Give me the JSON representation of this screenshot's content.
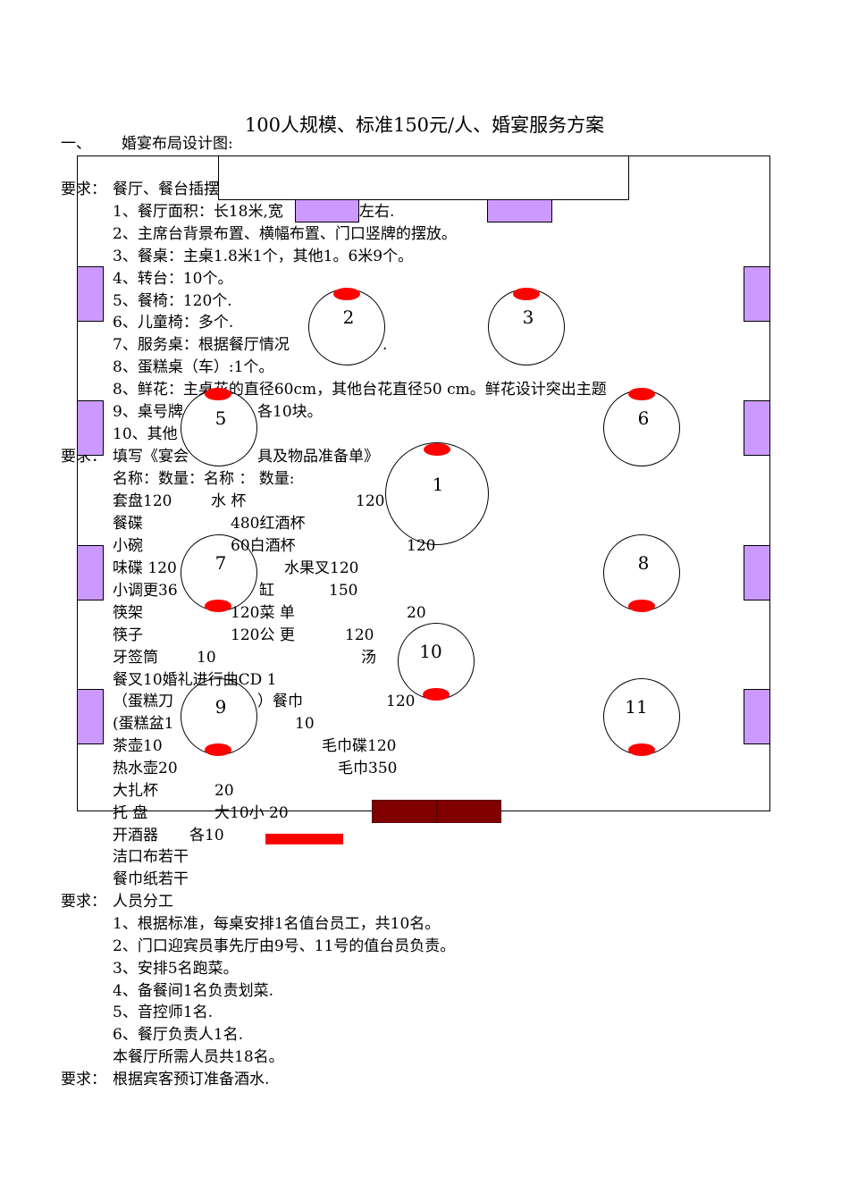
{
  "title": "100人规模、标准150元/人、婚宴服务方案",
  "section1": {
    "num": "一、",
    "label": "婚宴布局设计图:"
  },
  "req1": {
    "label": "要求：",
    "head": "餐厅、餐台插摆",
    "items": [
      "1、餐厅面积：长18米,宽",
      "2、主席台背景布置、横幅布置、门口竖牌的摆放。",
      "3、餐桌：主桌1.8米1个，其他1。6米9个。",
      "4、转台：10个。",
      "5、餐椅：120个.",
      "6、儿童椅：多个.",
      "7、服务桌：根据餐厅情况",
      "8、蛋糕桌（车）:1个。",
      "8、鲜花：主桌花的直径60cm，其他台花直径50 cm。鲜花设计突出主题",
      "9、桌号牌",
      "10、其他"
    ],
    "item1_tail": "左右.",
    "item7_tail": ".",
    "item9_tail": "各10块。"
  },
  "req2": {
    "label": "要求：",
    "head": "填写《宴会",
    "head_tail": "具及物品准备单》",
    "header_row": "名称：数量：名称 ：  数量:",
    "rows": [
      [
        "套盘120",
        "水    杯",
        "120"
      ],
      [
        "餐碟",
        "480红酒杯",
        ""
      ],
      [
        "小碗",
        "60白酒杯",
        "120"
      ],
      [
        "味碟 120",
        "水果叉120",
        ""
      ],
      [
        "小调更36",
        "缸",
        "150"
      ],
      [
        "筷架",
        "120菜    单",
        "20"
      ],
      [
        "筷子",
        "120公    更",
        "120"
      ],
      [
        "牙签筒",
        "10",
        "汤"
      ],
      [
        "餐叉10婚礼进行曲CD 1",
        "",
        ""
      ],
      [
        "（蛋糕刀",
        "）餐巾",
        "120"
      ],
      [
        "(蛋糕盆1",
        "",
        "10"
      ],
      [
        "茶壶10",
        "毛巾碟120",
        ""
      ],
      [
        "热水壶20",
        "毛巾350",
        ""
      ],
      [
        "大扎杯",
        "20",
        ""
      ],
      [
        "托    盘",
        "大10小 20",
        ""
      ],
      [
        "开酒器",
        "各10",
        ""
      ],
      [
        "洁口布若干",
        "",
        ""
      ],
      [
        "餐巾纸若干",
        "",
        ""
      ]
    ]
  },
  "req3": {
    "label": "要求：",
    "head": "人员分工",
    "items": [
      "1、根据标准，每桌安排1名值台员工，共10名。",
      "2、门口迎宾员事先厅由9号、11号的值台员负责。",
      "3、安排5名跑菜。",
      "4、备餐间1名负责划菜.",
      "5、音控师1名.",
      "6、餐厅负责人1名.",
      "本餐厅所需人员共18名。"
    ]
  },
  "req4": {
    "label": "要求：",
    "text": "根据宾客预订准备酒水."
  },
  "tables": [
    "1",
    "2",
    "3",
    "5",
    "6",
    "7",
    "8",
    "9",
    "10",
    "11"
  ],
  "colors": {
    "purple": "#cc99ff",
    "seat": "#ff0000",
    "maroon": "#800000"
  }
}
